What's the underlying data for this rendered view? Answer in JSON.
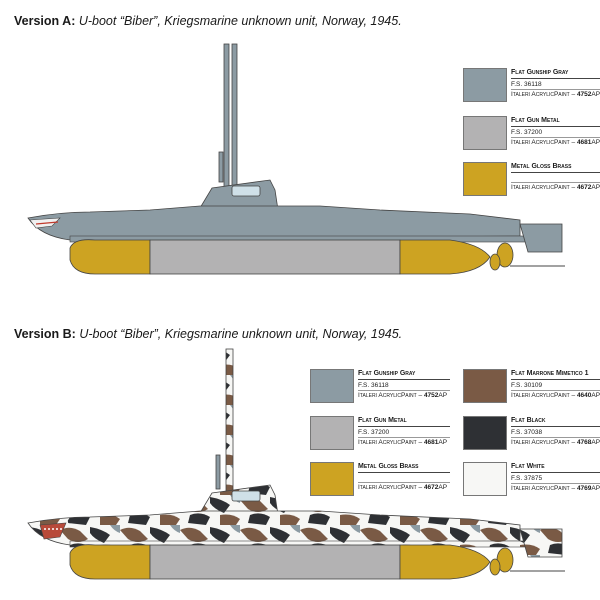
{
  "versions": [
    {
      "label": "Version A:",
      "title": "U-boot “Biber”, Kriegsmarine unknown unit, Norway, 1945.",
      "paints": [
        {
          "name": "Flat Gunship Gray",
          "fs": "F.S. 36118",
          "brand": "Italeri AcrylicPaint",
          "code": "4752",
          "suffix": "AP",
          "color": "#8c9ba3"
        },
        {
          "name": "Flat Gun Metal",
          "fs": "F.S. 37200",
          "brand": "Italeri AcrylicPaint",
          "code": "4681",
          "suffix": "AP",
          "color": "#b3b2b3"
        },
        {
          "name": "Metal Gloss Brass",
          "fs": "",
          "brand": "Italeri AcrylicPaint",
          "code": "4672",
          "suffix": "AP",
          "color": "#cda322"
        }
      ]
    },
    {
      "label": "Version B:",
      "title": "U-boot “Biber”, Kriegsmarine unknown unit, Norway, 1945.",
      "paints": [
        {
          "name": "Flat Gunship Gray",
          "fs": "F.S. 36118",
          "brand": "Italeri AcrylicPaint",
          "code": "4752",
          "suffix": "AP",
          "color": "#8c9ba3"
        },
        {
          "name": "Flat Gun Metal",
          "fs": "F.S. 37200",
          "brand": "Italeri AcrylicPaint",
          "code": "4681",
          "suffix": "AP",
          "color": "#b3b2b3"
        },
        {
          "name": "Metal Gloss Brass",
          "fs": "",
          "brand": "Italeri AcrylicPaint",
          "code": "4672",
          "suffix": "AP",
          "color": "#cda322"
        },
        {
          "name": "Flat Marrone Mimetico 1",
          "fs": "F.S. 30109",
          "brand": "Italeri AcrylicPaint",
          "code": "4640",
          "suffix": "AP",
          "color": "#7a5a45"
        },
        {
          "name": "Flat Black",
          "fs": "F.S. 37038",
          "brand": "Italeri AcrylicPaint",
          "code": "4768",
          "suffix": "AP",
          "color": "#2e3034"
        },
        {
          "name": "Flat White",
          "fs": "F.S. 37875",
          "brand": "Italeri AcrylicPaint",
          "code": "4769",
          "suffix": "AP",
          "color": "#f7f7f5"
        }
      ]
    }
  ],
  "colors": {
    "hull_gray": "#8c9ba3",
    "gun_metal": "#b3b2b3",
    "brass": "#cda322",
    "camo_brown": "#7a5a45",
    "camo_black": "#2e3034",
    "camo_white": "#f7f7f5"
  },
  "icons": [
    "submarine-a-drawing",
    "submarine-b-drawing"
  ]
}
